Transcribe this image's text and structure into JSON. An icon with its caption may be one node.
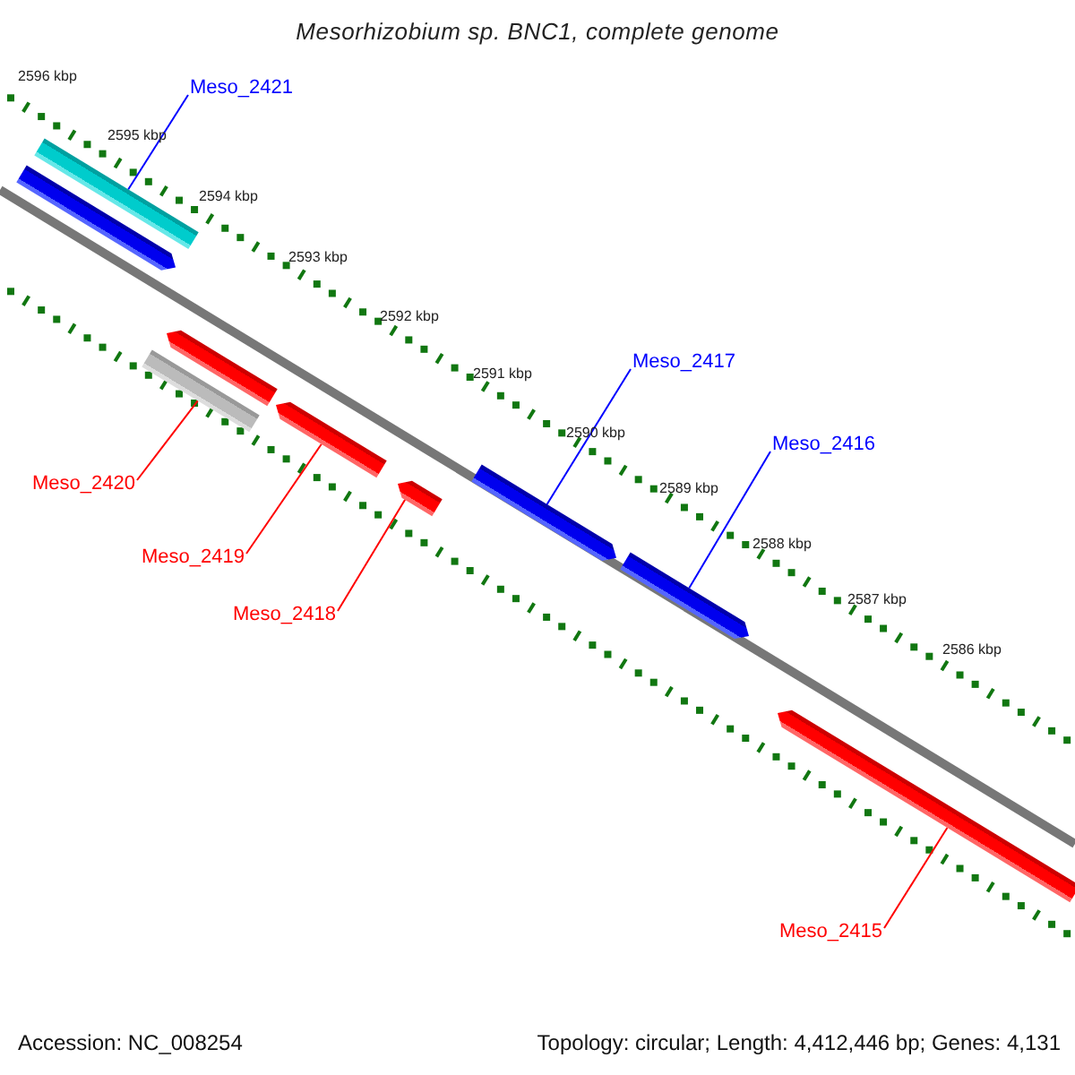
{
  "diagram": {
    "title": "Mesorhizobium sp. BNC1, complete genome",
    "nodes": [
      {
        "text": [
          "Meso_2421"
        ]
      },
      {
        "text": [],
        "shape": "bar"
      },
      {
        "text": [],
        "shape": "bar"
      },
      {
        "text": [],
        "shape": "bar"
      },
      {
        "text": [],
        "shape": "bar"
      },
      {
        "text": [],
        "shape": "bar"
      },
      {
        "text": [],
        "shape": "bar"
      },
      {
        "text": [
          "Meso_2420"
        ]
      },
      {
        "text": [
          "Meso_2419"
        ]
      },
      {
        "text": [
          "Meso_2418"
        ]
      },
      {
        "text": [
          "Meso_2417"
        ]
      },
      {
        "text": [],
        "shape": "bar"
      },
      {
        "text": [
          "Meso_2416"
        ]
      },
      {
        "text": [],
        "shape": "bar"
      },
      {
        "text": [],
        "shape": "bar"
      },
      {
        "text": [
          "Meso_2415"
        ]
      }
    ],
    "edges": [
      {
        "from": 0,
        "to": 1,
        "arrow": "none",
        "color": "#0000ff"
      },
      {
        "from": 7,
        "to": 4,
        "arrow": "none"
      },
      {
        "from": 8,
        "to": 5,
        "arrow": "none"
      },
      {
        "from": 9,
        "to": 6,
        "arrow": "none"
      },
      {
        "from": 10,
        "to": 11,
        "arrow": "none",
        "color": "#0000ff"
      },
      {
        "from": 12,
        "to": 13,
        "arrow": "none",
        "color": "#0000ff"
      },
      {
        "from": 15,
        "to": 14,
        "arrow": "none"
      }
    ],
    "labels": [
      "2596 kbp",
      "2595 kbp",
      "2594 kbp",
      "2593 kbp",
      "2592 kbp",
      "2591 kbp",
      "2590 kbp",
      "2589 kbp",
      "2588 kbp",
      "2587 kbp",
      "2586 kbp",
      "Accession: NC_008254",
      "Topology: circular; Length: 4,412,446 bp; Genes: 4,131"
    ]
  }
}
